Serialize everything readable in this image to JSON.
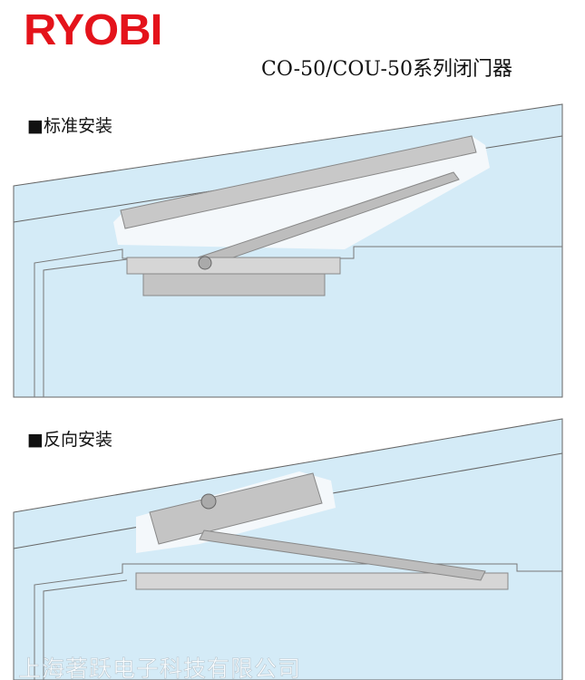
{
  "brand": {
    "logo_text": "RYOBI",
    "color": "#e4131b"
  },
  "title": "CO-50/COU-50系列闭门器",
  "sections": [
    {
      "label": "■标准安装"
    },
    {
      "label": "■反向安装"
    }
  ],
  "watermark": "上海著跃电子科技有限公司",
  "colors": {
    "wall": "#d4ebf7",
    "line": "#555",
    "metal": "#c9c9c9"
  }
}
